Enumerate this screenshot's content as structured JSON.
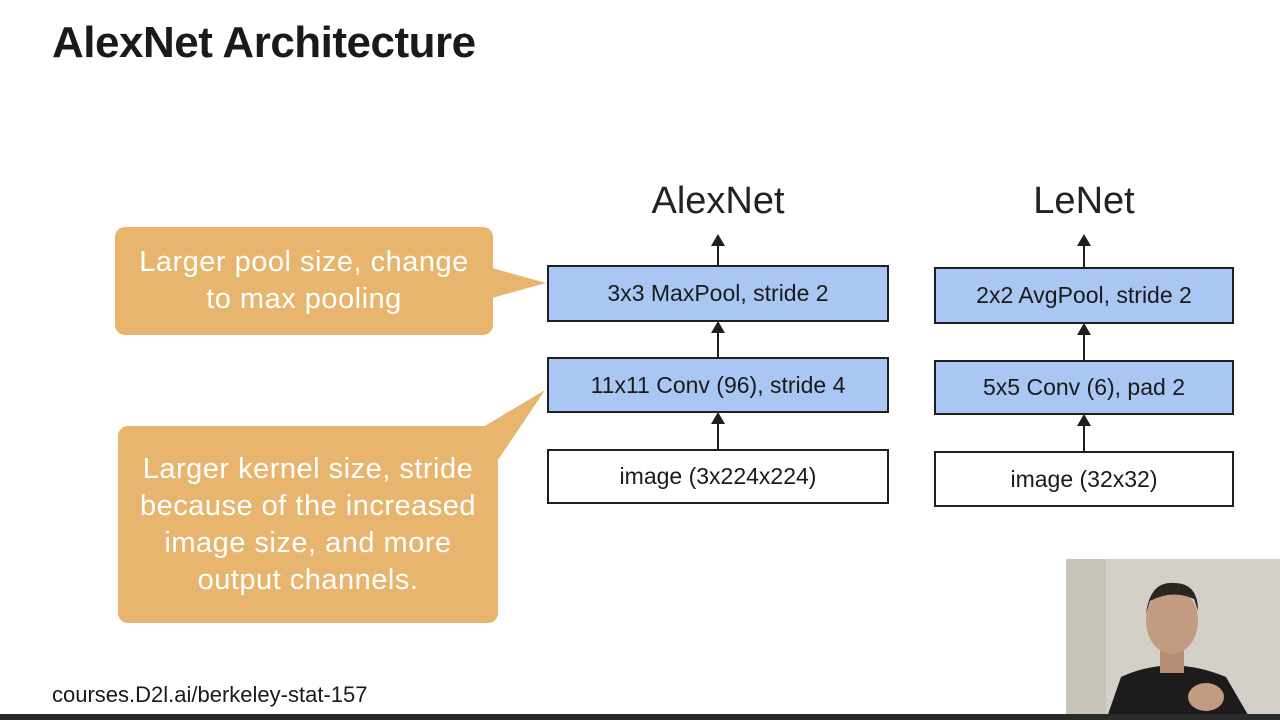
{
  "title": "AlexNet Architecture",
  "columns": {
    "alexnet": {
      "title": "AlexNet",
      "layers": [
        "3x3 MaxPool, stride 2",
        "11x11 Conv (96), stride 4",
        "image (3x224x224)"
      ]
    },
    "lenet": {
      "title": "LeNet",
      "layers": [
        "2x2 AvgPool, stride 2",
        "5x5 Conv (6), pad 2",
        "image (32x32)"
      ]
    }
  },
  "callouts": {
    "pool": "Larger pool size, change to max pooling",
    "kernel": "Larger kernel size, stride because of the increased image size, and more output channels."
  },
  "footer": {
    "url": "courses.D2l.ai/berkeley-stat-157"
  },
  "colors": {
    "layer_blue": "#a9c7f2",
    "callout": "#e8b56f"
  }
}
